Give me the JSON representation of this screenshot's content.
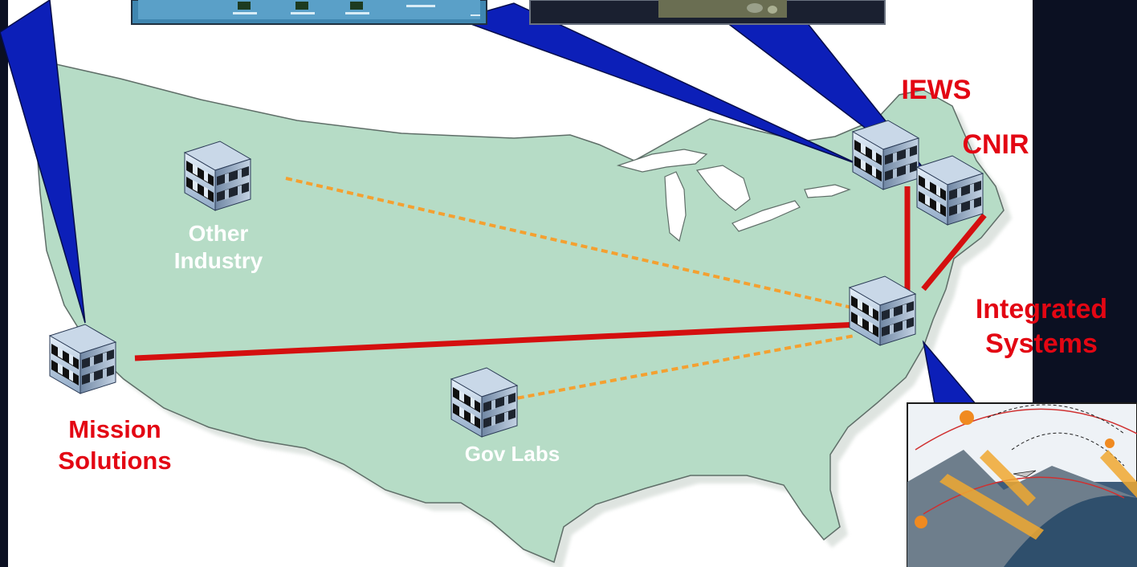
{
  "sites": {
    "other_industry": {
      "line1": "Other",
      "line2": "Industry"
    },
    "mission_solutions": {
      "line1": "Mission",
      "line2": "Solutions"
    },
    "gov_labs": {
      "label": "Gov Labs"
    },
    "iews": {
      "label": "IEWS"
    },
    "cnir": {
      "label": "CNIR"
    },
    "integrated_systems": {
      "line1": "Integrated",
      "line2": "Systems"
    }
  },
  "colors": {
    "background": "#0b1022",
    "land": "#b6dcc6",
    "coast_outline": "#5f6e68",
    "primary_link": "#d40f0f",
    "secondary_link": "#f4a030",
    "callout": "#0c1fb8",
    "label_red": "#e30613",
    "label_white": "#ffffff"
  },
  "links": [
    {
      "from": "Mission Solutions",
      "to": "Integrated Systems",
      "style": "solid-red"
    },
    {
      "from": "IEWS",
      "to": "Integrated Systems",
      "style": "solid-red"
    },
    {
      "from": "CNIR",
      "to": "Integrated Systems",
      "style": "solid-red"
    },
    {
      "from": "Other Industry",
      "to": "Integrated Systems",
      "style": "dashed-orange"
    },
    {
      "from": "Gov Labs",
      "to": "Integrated Systems",
      "style": "dashed-orange"
    }
  ]
}
